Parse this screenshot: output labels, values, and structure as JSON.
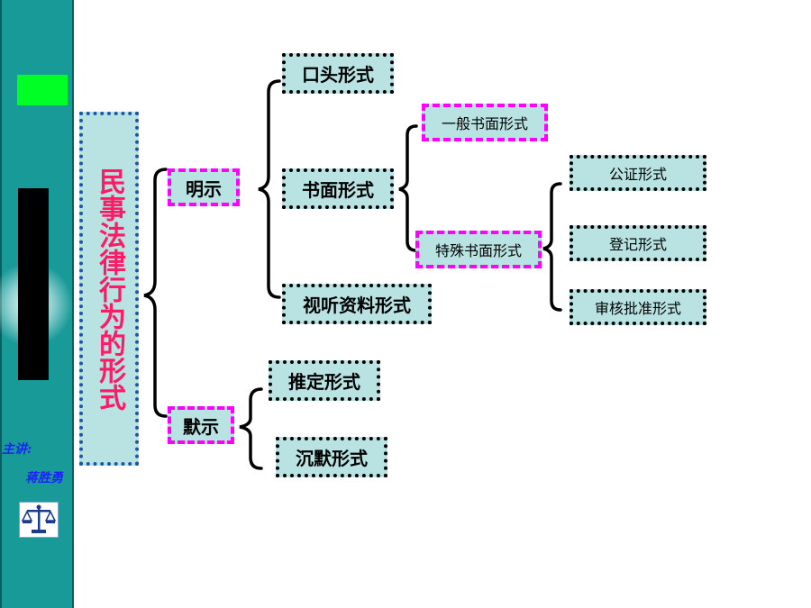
{
  "sidebar": {
    "lecturer_label": "主讲:",
    "lecturer_name": "蒋胜勇"
  },
  "diagram": {
    "root": "民事法律行为的形式",
    "explicit": {
      "label": "明示",
      "oral": "口头形式",
      "written": {
        "label": "书面形式",
        "general": "一般书面形式",
        "special": {
          "label": "特殊书面形式",
          "items": [
            "公证形式",
            "登记形式",
            "审核批准形式"
          ]
        }
      },
      "audiovisual": "视听资料形式"
    },
    "implicit": {
      "label": "默示",
      "presumed": "推定形式",
      "silence": "沉默形式"
    }
  },
  "colors": {
    "sidebar": "#189a98",
    "node_fill": "#b9e3e3",
    "root_text": "#ff1a66",
    "highlight_border": "#ff00ff",
    "lecturer_text": "#1e22ff"
  }
}
